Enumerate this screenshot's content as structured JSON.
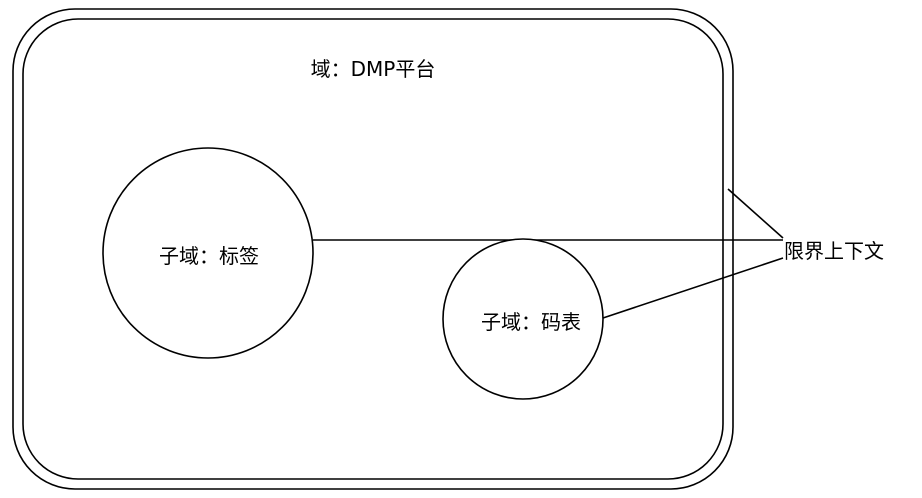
{
  "diagram": {
    "domain": {
      "label": "域：DMP平台"
    },
    "subdomains": [
      {
        "label": "子域：标签"
      },
      {
        "label": "子域：码表"
      }
    ],
    "context": {
      "label": "限界上下文"
    },
    "colors": {
      "stroke": "#000000",
      "background": "#ffffff"
    }
  }
}
